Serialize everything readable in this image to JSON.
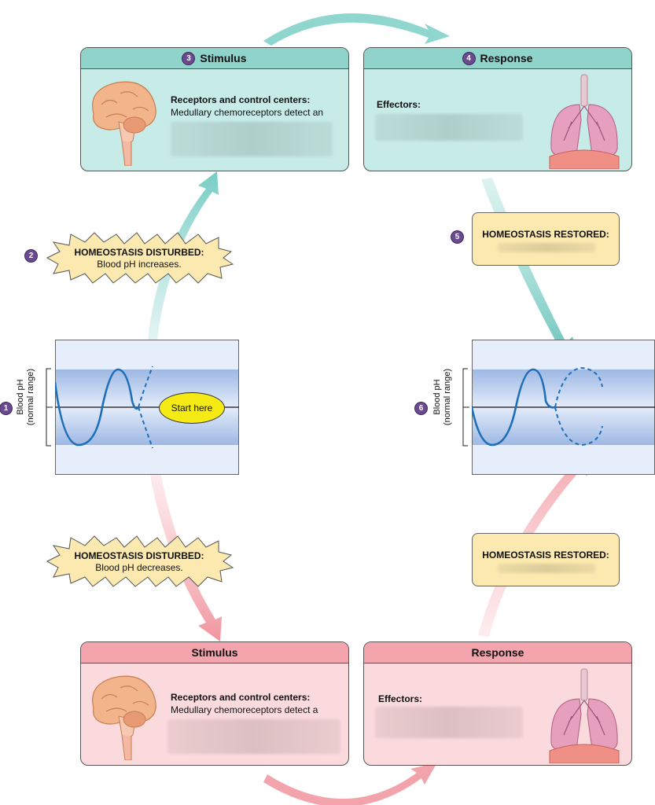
{
  "top_loop": {
    "stimulus": {
      "step": "3",
      "title": "Stimulus",
      "heading": "Receptors and control centers:",
      "text": "Medullary chemoreceptors detect an"
    },
    "response": {
      "step": "4",
      "title": "Response",
      "heading": "Effectors:"
    },
    "disturbed": {
      "step": "2",
      "heading": "HOMEOSTASIS DISTURBED:",
      "text": "Blood pH increases."
    },
    "restored": {
      "step": "5",
      "heading": "HOMEOSTASIS RESTORED:"
    }
  },
  "bottom_loop": {
    "stimulus": {
      "title": "Stimulus",
      "heading": "Receptors and control centers:",
      "text": "Medullary chemoreceptors detect a"
    },
    "response": {
      "title": "Response",
      "heading": "Effectors:"
    },
    "disturbed": {
      "heading": "HOMEOSTASIS DISTURBED:",
      "text": "Blood pH decreases."
    },
    "restored": {
      "heading": "HOMEOSTASIS RESTORED:"
    }
  },
  "graph_left": {
    "step": "1",
    "ylabel_line1": "Blood pH",
    "ylabel_line2": "(normal range)",
    "start_label": "Start here"
  },
  "graph_right": {
    "step": "6",
    "ylabel_line1": "Blood pH",
    "ylabel_line2": "(normal range)"
  },
  "colors": {
    "blue_panel": "#c7ebe6",
    "blue_header": "#8fd3cb",
    "red_panel": "#fadadd",
    "red_header": "#f3a4ac",
    "restored_box": "#fbe9b0",
    "step_badge": "#6a4b8f",
    "wave": "#1f6fb8",
    "start_oval": "#f5ea14"
  },
  "icons": [
    "brain-icon",
    "lungs-icon"
  ]
}
